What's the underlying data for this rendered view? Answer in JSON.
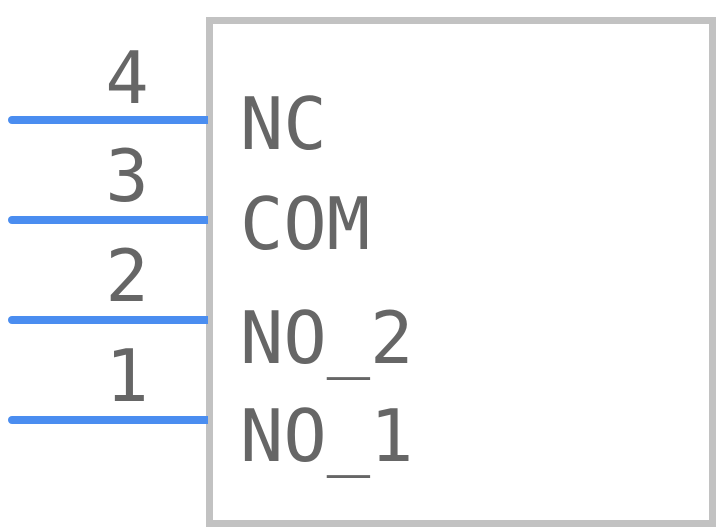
{
  "component": {
    "pins": [
      {
        "number": "4",
        "name": "NC"
      },
      {
        "number": "3",
        "name": "COM"
      },
      {
        "number": "2",
        "name": "NO_2"
      },
      {
        "number": "1",
        "name": "NO_1"
      }
    ]
  },
  "colors": {
    "pin_line": "#4a8df0",
    "body_outline": "#c2c2c2",
    "text": "#666666"
  }
}
